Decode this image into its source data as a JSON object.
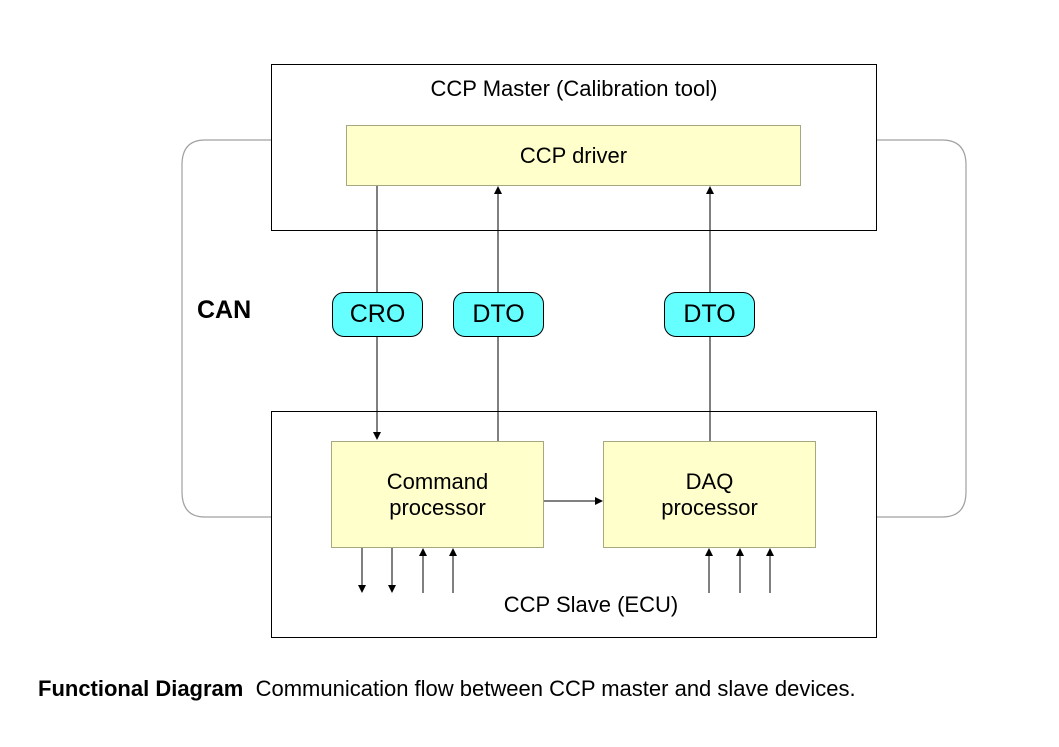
{
  "master": {
    "title": "CCP Master  (Calibration tool)",
    "driver_label": "CCP driver"
  },
  "bus": {
    "label": "CAN",
    "messages": [
      "CRO",
      "DTO",
      "DTO"
    ]
  },
  "slave": {
    "title": "CCP Slave  (ECU)",
    "command_processor": [
      "Command",
      "processor"
    ],
    "daq_processor": [
      "DAQ",
      "processor"
    ]
  },
  "caption": {
    "title": "Functional Diagram",
    "text": "Communication flow between CCP master and slave devices."
  },
  "colors": {
    "message_fill": "#66ffff",
    "block_fill": "#ffffcc",
    "line": "#000000"
  }
}
